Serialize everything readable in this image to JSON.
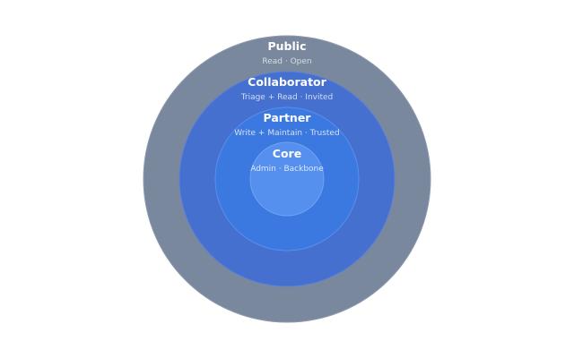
{
  "diagram": {
    "rings": [
      {
        "key": "public",
        "title": "Public",
        "subtitle": "Read · Open",
        "fill": "#7a889e",
        "stroke": "#8d9ab0",
        "subtitle_color": "#d6dce6"
      },
      {
        "key": "collaborator",
        "title": "Collaborator",
        "subtitle": "Triage + Read · Invited",
        "fill": "#4570d0",
        "stroke": "#5a82da",
        "subtitle_color": "#d2dcf3"
      },
      {
        "key": "partner",
        "title": "Partner",
        "subtitle": "Write + Maintain · Trusted",
        "fill": "#3b78e0",
        "stroke": "#5a8fe8",
        "subtitle_color": "#d4e1f8"
      },
      {
        "key": "core",
        "title": "Core",
        "subtitle": "Admin · Backbone",
        "fill": "#5590ef",
        "stroke": "#6ea2f3",
        "subtitle_color": "#dce7fb"
      }
    ]
  }
}
